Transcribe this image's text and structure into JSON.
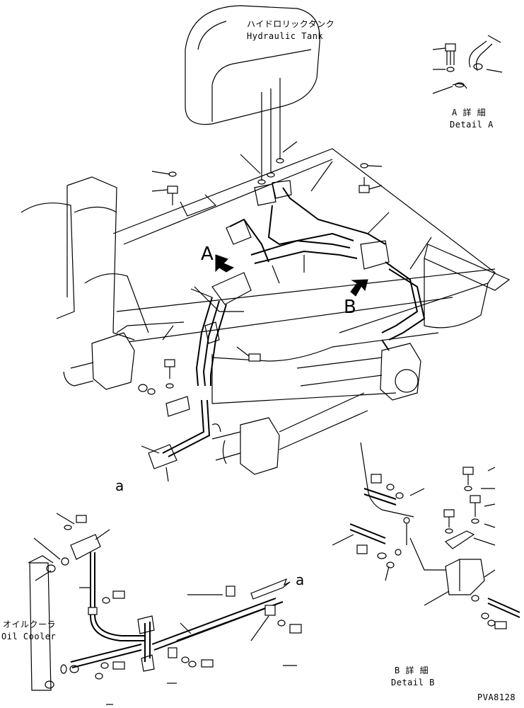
{
  "labels": {
    "hydraulic_tank_jp": "ハイドロリックタンク",
    "hydraulic_tank_en": "Hydraulic Tank",
    "detail_a_jp": "A 詳 細",
    "detail_a_en": "Detail A",
    "detail_b_jp": "B 詳 細",
    "detail_b_en": "Detail B",
    "oil_cooler_jp": "オイルクーラ",
    "oil_cooler_en": "Oil Cooler",
    "view_a": "A",
    "view_b": "B",
    "conn_a_lower": "a",
    "conn_a_right": "a",
    "drawing_code": "PVA8128"
  }
}
